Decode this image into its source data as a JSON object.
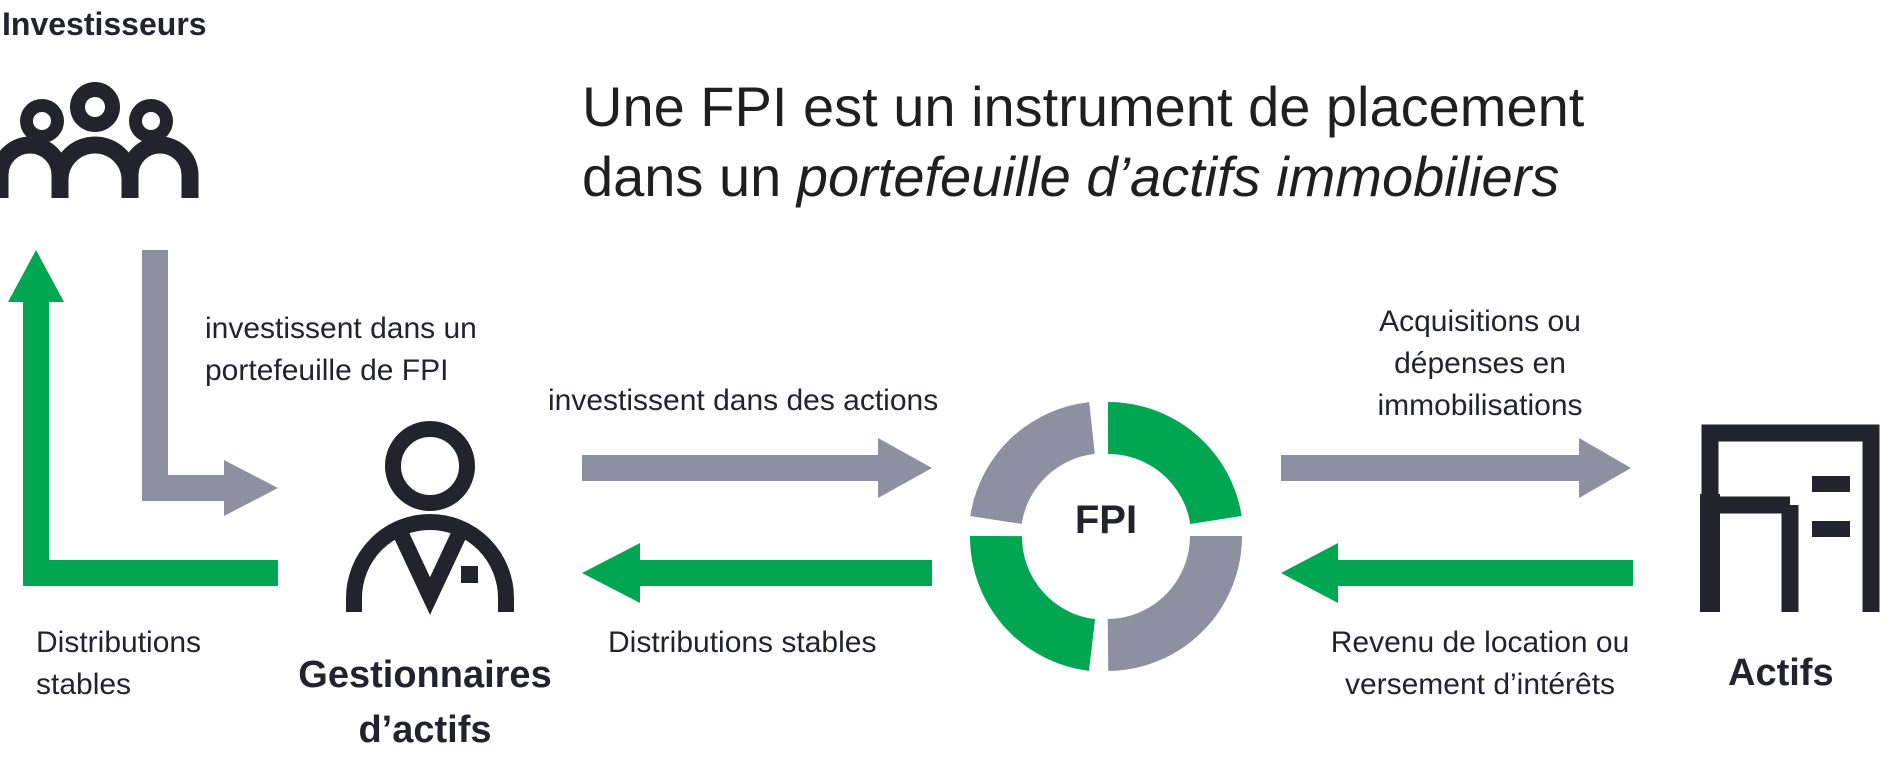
{
  "title": {
    "line1": "Une FPI est un instrument de placement",
    "line2_prefix": "dans un ",
    "line2_italic": "portefeuille d’actifs immobiliers"
  },
  "nodes": {
    "investors": "Investisseurs",
    "managers_line1": "Gestionnaires",
    "managers_line2": "d’actifs",
    "reit": "FPI",
    "assets": "Actifs"
  },
  "flows": {
    "invest_portfolio_line1": "investissent dans un",
    "invest_portfolio_line2": "portefeuille de FPI",
    "stable_dist_left_line1": "Distributions",
    "stable_dist_left_line2": "stables",
    "invest_shares": "investissent dans des actions",
    "stable_dist_mid": "Distributions stables",
    "acquisitions_line1": "Acquisitions ou",
    "acquisitions_line2": "dépenses en",
    "acquisitions_line3": "immobilisations",
    "revenue_line1": "Revenu de location ou",
    "revenue_line2": "versement d’intérêts"
  },
  "colors": {
    "green": "#00a651",
    "gray": "#8e8fa0",
    "navy": "#23232e"
  },
  "icons": [
    "investors-icon",
    "asset-manager-icon",
    "reit-ring-icon",
    "building-icon"
  ]
}
